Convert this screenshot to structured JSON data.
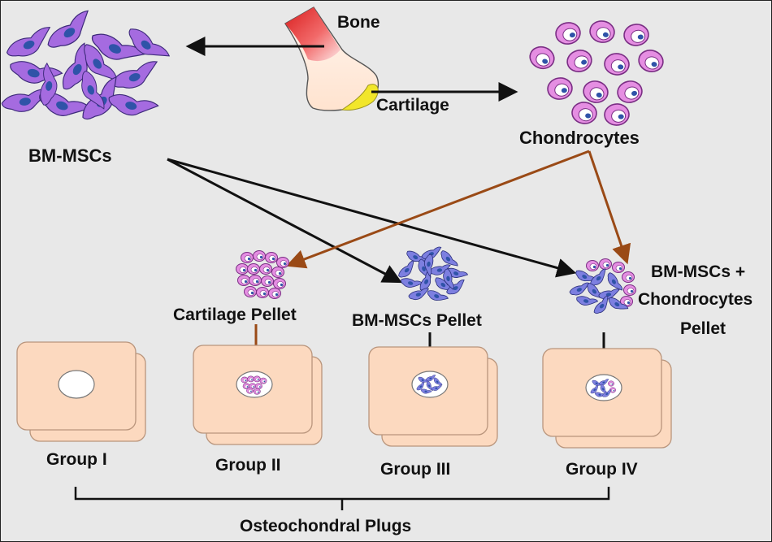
{
  "labels": {
    "bone": "Bone",
    "cartilage": "Cartilage",
    "bm_mscs": "BM-MSCs",
    "chondrocytes": "Chondrocytes",
    "cartilage_pellet": "Cartilage Pellet",
    "bm_mscs_pellet": "BM-MSCs Pellet",
    "mixed_pellet_line1": "BM-MSCs +",
    "mixed_pellet_line2": "Chondrocytes",
    "mixed_pellet_line3": "Pellet",
    "osteochondral_plugs": "Osteochondral Plugs"
  },
  "groups": [
    {
      "label": "Group I",
      "content": "empty-defect"
    },
    {
      "label": "Group II",
      "content": "cartilage-pellet"
    },
    {
      "label": "Group III",
      "content": "bm-mscs-pellet"
    },
    {
      "label": "Group IV",
      "content": "mixed-pellet"
    }
  ],
  "colors": {
    "background": "#e8e8e8",
    "msc_fill": "#a56be0",
    "msc_nucleus": "#2f53a8",
    "chondrocyte_fill": "#e58ee2",
    "chondrocyte_stroke": "#7a2e84",
    "bone_red": "#e53030",
    "cartilage_yellow": "#f2e62a",
    "plug_fill": "#fcd9bf",
    "plug_stroke": "#b9957c",
    "arrow_black": "#111111",
    "arrow_brown": "#9a4a16"
  }
}
